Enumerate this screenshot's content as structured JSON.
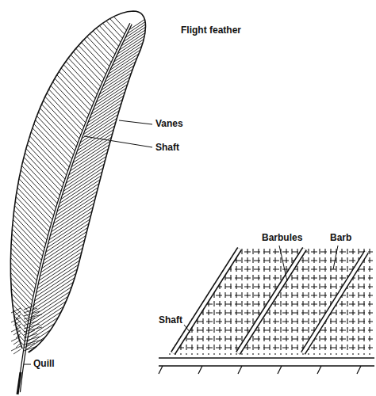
{
  "diagram": {
    "title": "Flight feather",
    "labels": [
      "Vanes",
      "Shaft",
      "Barbules",
      "Barb",
      "Shaft",
      "Quill"
    ]
  }
}
